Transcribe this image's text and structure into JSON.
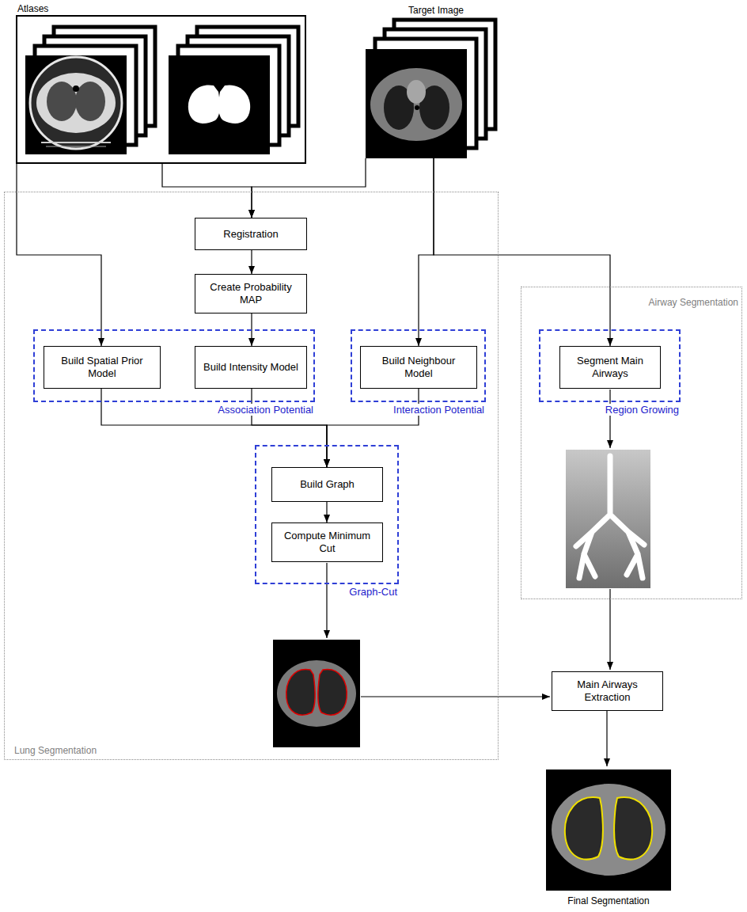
{
  "diagram": {
    "nodes": [
      {
        "text": [
          "Atlases"
        ]
      },
      {
        "text": [
          "Target Image"
        ]
      },
      {
        "text": [
          "Lung Segmentation"
        ]
      },
      {
        "text": [
          "Registration"
        ],
        "in": 2
      },
      {
        "text": [
          "Create Probability MAP"
        ],
        "in": 2
      },
      {
        "text": [
          "Association Potential"
        ],
        "in": 2
      },
      {
        "text": [
          "Build Spatial Prior Model"
        ],
        "in": 5
      },
      {
        "text": [
          "Build Intensity Model"
        ],
        "in": 5
      },
      {
        "text": [
          "Interaction Potential"
        ],
        "in": 2
      },
      {
        "text": [
          "Build Neighbour Model"
        ],
        "in": 8
      },
      {
        "text": [
          "Graph-Cut"
        ],
        "in": 2
      },
      {
        "text": [
          "Build Graph"
        ],
        "in": 10
      },
      {
        "text": [
          "Compute Minimum Cut"
        ],
        "in": 10
      },
      {
        "text": [
          "Airway Segmentation"
        ]
      },
      {
        "text": [
          "Region Growing"
        ],
        "in": 13
      },
      {
        "text": [
          "Segment Main Airways"
        ],
        "in": 14
      },
      {
        "text": [
          "Main Airways Extraction"
        ]
      },
      {
        "text": [
          "Final Segmentation"
        ]
      }
    ],
    "edges": [
      {
        "from": 0,
        "to": 3,
        "arrow": "to"
      },
      {
        "from": 1,
        "to": 3,
        "arrow": "to"
      },
      {
        "from": 0,
        "to": 6,
        "arrow": "to"
      },
      {
        "from": 3,
        "to": 4,
        "arrow": "to"
      },
      {
        "from": 4,
        "to": 7,
        "arrow": "to"
      },
      {
        "from": 1,
        "to": 9,
        "arrow": "to"
      },
      {
        "from": 1,
        "to": 15,
        "arrow": "to"
      },
      {
        "from": 6,
        "to": 11,
        "arrow": "to"
      },
      {
        "from": 7,
        "to": 11,
        "arrow": "to"
      },
      {
        "from": 9,
        "to": 11,
        "arrow": "to"
      },
      {
        "from": 11,
        "to": 12,
        "arrow": "to"
      },
      {
        "from": 16,
        "to": 17,
        "arrow": "to"
      }
    ]
  }
}
